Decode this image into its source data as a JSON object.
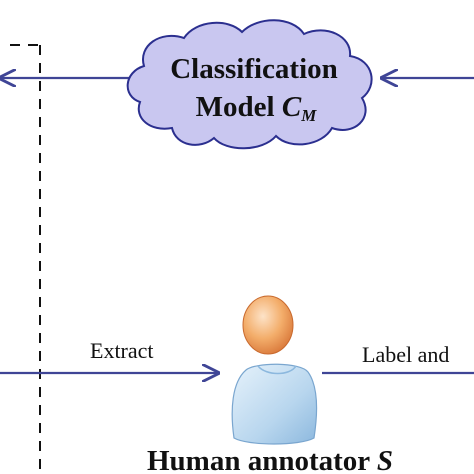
{
  "cloud": {
    "line1": "Classification",
    "line2_text": "Model ",
    "line2_symbol": "C",
    "line2_subscript": "M",
    "fill": "#c9c7f0",
    "stroke": "#2b2f8f"
  },
  "arrows": {
    "extract_label": "Extract",
    "label_and_text": "Label and",
    "color": "#3f4596"
  },
  "annotator": {
    "caption_text": "Human annotator ",
    "caption_symbol": "S",
    "head_color": "#f0a15a",
    "body_color": "#b8d6ee"
  },
  "boundary": {
    "style": "dashed",
    "color": "#111111"
  }
}
